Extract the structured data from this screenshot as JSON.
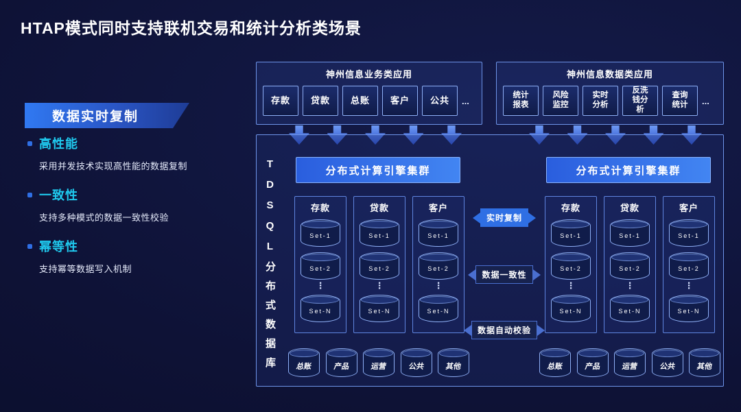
{
  "title": "HTAP模式同时支持联机交易和统计分析类场景",
  "colors": {
    "accent_blue": "#2F6FE4",
    "cyan": "#1FC9EE",
    "border_blue": "#8FB0F7"
  },
  "left": {
    "badge": "数据实时复制",
    "bullets": [
      {
        "heading": "高性能",
        "desc": "采用并发技术实现高性能的数据复制"
      },
      {
        "heading": "一致性",
        "desc": "支持多种模式的数据一致性校验"
      },
      {
        "heading": "幂等性",
        "desc": "支持幂等数据写入机制"
      }
    ]
  },
  "diagram": {
    "business_apps": {
      "title": "神州信息业务类应用",
      "items": [
        "存款",
        "贷款",
        "总账",
        "客户",
        "公共"
      ],
      "more": "..."
    },
    "data_apps": {
      "title": "神州信息数据类应用",
      "items": [
        "统计报表",
        "风险监控",
        "实时分析",
        "反洗钱分析",
        "查询统计"
      ],
      "more": "..."
    },
    "db_vertical_label": "TDSQL分布式数据库",
    "engine_left": "分布式计算引擎集群",
    "engine_right": "分布式计算引擎集群",
    "left_groups": [
      "存款",
      "贷款",
      "客户"
    ],
    "right_groups": [
      "存款",
      "贷款",
      "客户"
    ],
    "set_labels": [
      "Set-1",
      "Set-2",
      "Set-N"
    ],
    "ellipsis": "⋮",
    "flows": [
      "实时复制",
      "数据一致性",
      "数据自动校验"
    ],
    "bottom_left": [
      "总账",
      "产品",
      "运营",
      "公共",
      "其他"
    ],
    "bottom_right": [
      "总账",
      "产品",
      "运营",
      "公共",
      "其他"
    ]
  }
}
